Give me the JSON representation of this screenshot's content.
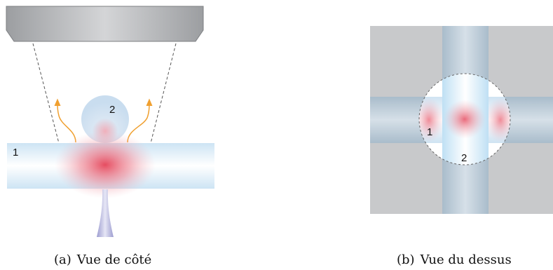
{
  "figure": {
    "side_view": {
      "caption_tag": "(a)",
      "caption": "Vue de côté",
      "label_fiber": "1",
      "label_sphere": "2"
    },
    "top_view": {
      "caption_tag": "(b)",
      "caption": "Vue du dessus",
      "label_fiber_1": "1",
      "label_fiber_2": "2"
    }
  },
  "colors": {
    "objective": "#a9abae",
    "fiber": "#cfe6f5",
    "fiber_core": "#ffffff",
    "heat": "#e0455a",
    "arrow": "#f0a030",
    "laser_beam": "#8f8fc4",
    "background_square": "#c8c9cb",
    "fiber_top_view": "#b0c2d0"
  }
}
